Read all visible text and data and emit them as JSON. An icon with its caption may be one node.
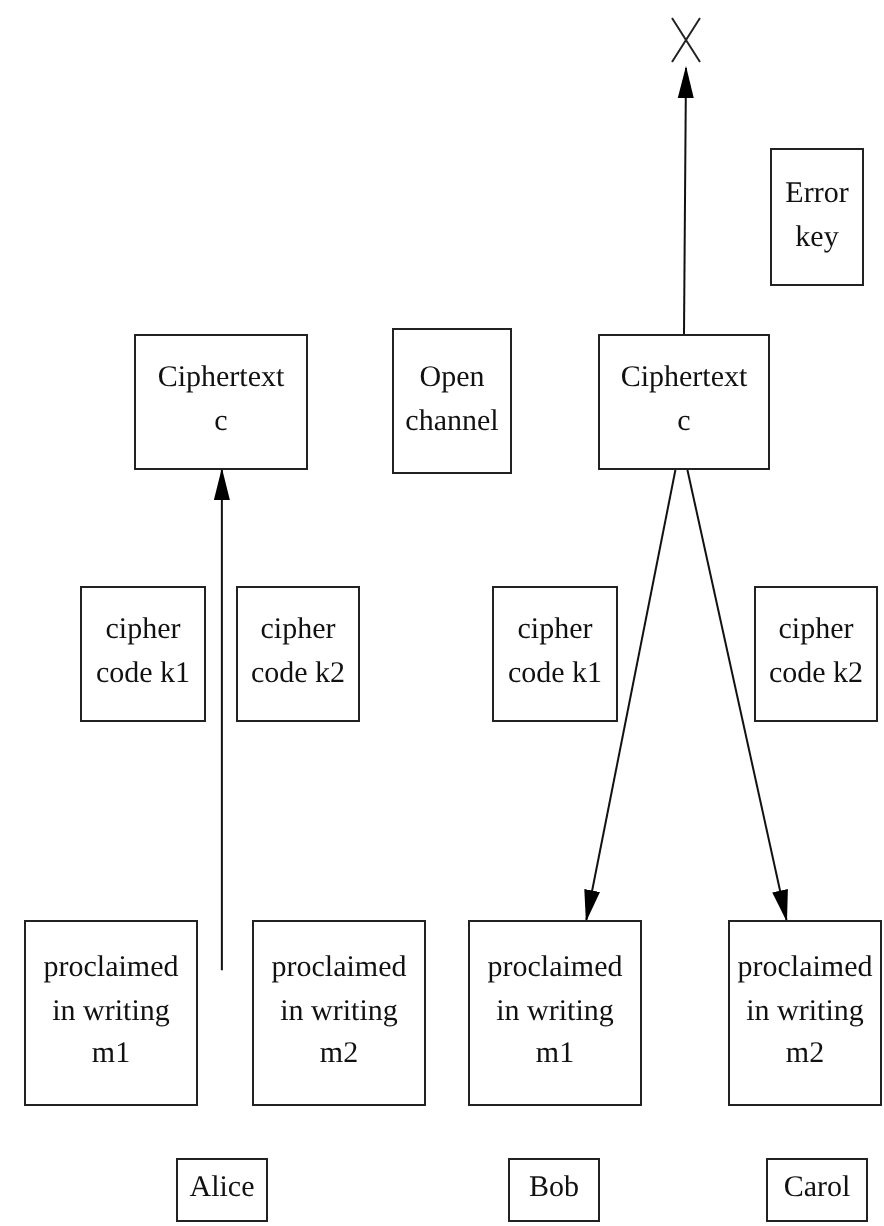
{
  "diagram": {
    "nodes": [
      {
        "text": [],
        "shape": "cross"
      },
      {
        "text": [
          "Error key"
        ]
      },
      {
        "text": [
          "Ciphertext c"
        ]
      },
      {
        "text": [
          "Open channel"
        ]
      },
      {
        "text": [
          "Ciphertext c"
        ]
      },
      {
        "text": [
          "cipher code k1"
        ]
      },
      {
        "text": [
          "cipher code k2"
        ]
      },
      {
        "text": [
          "cipher code k1"
        ]
      },
      {
        "text": [
          "cipher code k2"
        ]
      },
      {
        "text": [
          "proclaimed in writing m1"
        ]
      },
      {
        "text": [
          "proclaimed in writing m2"
        ]
      },
      {
        "text": [
          "proclaimed in writing m1"
        ]
      },
      {
        "text": [
          "proclaimed in writing m2"
        ]
      },
      {
        "text": [
          "Alice"
        ]
      },
      {
        "text": [
          "Bob"
        ]
      },
      {
        "text": [
          "Carol"
        ]
      }
    ],
    "edges": [
      {
        "from": 9,
        "to": 2,
        "arrow": "to"
      },
      {
        "from": 4,
        "to": 0,
        "arrow": "to"
      },
      {
        "from": 4,
        "to": 11,
        "arrow": "to"
      },
      {
        "from": 4,
        "to": 12,
        "arrow": "to"
      }
    ]
  }
}
